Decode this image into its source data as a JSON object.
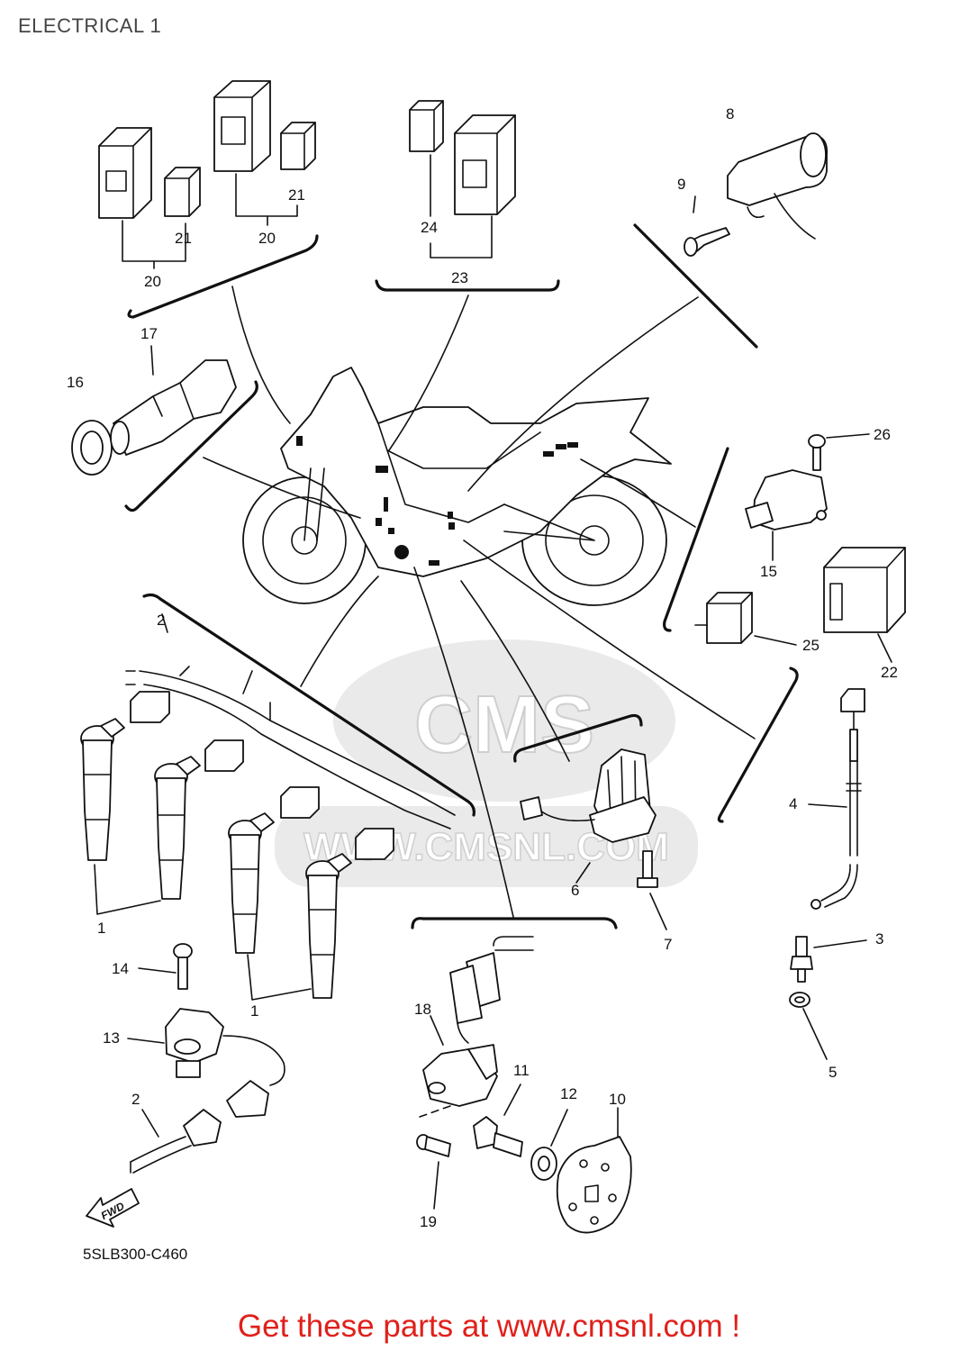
{
  "diagram": {
    "title": "ELECTRICAL 1",
    "drawing_code": "5SLB300-C460",
    "direction_mark": "FWD",
    "footer_text": "Get these parts at www.cmsnl.com !",
    "watermark_text": "WWW.CMSNL.COM",
    "watermark_logo": "CMS",
    "callouts": [
      {
        "id": "c1a",
        "label": "1"
      },
      {
        "id": "c1b",
        "label": "1"
      },
      {
        "id": "c2a",
        "label": "2"
      },
      {
        "id": "c2b",
        "label": "2"
      },
      {
        "id": "c3",
        "label": "3"
      },
      {
        "id": "c4",
        "label": "4"
      },
      {
        "id": "c5",
        "label": "5"
      },
      {
        "id": "c6",
        "label": "6"
      },
      {
        "id": "c7",
        "label": "7"
      },
      {
        "id": "c8",
        "label": "8"
      },
      {
        "id": "c9",
        "label": "9"
      },
      {
        "id": "c10",
        "label": "10"
      },
      {
        "id": "c11",
        "label": "11"
      },
      {
        "id": "c12",
        "label": "12"
      },
      {
        "id": "c13",
        "label": "13"
      },
      {
        "id": "c14",
        "label": "14"
      },
      {
        "id": "c15",
        "label": "15"
      },
      {
        "id": "c16",
        "label": "16"
      },
      {
        "id": "c17",
        "label": "17"
      },
      {
        "id": "c18",
        "label": "18"
      },
      {
        "id": "c19",
        "label": "19"
      },
      {
        "id": "c20a",
        "label": "20"
      },
      {
        "id": "c20b",
        "label": "20"
      },
      {
        "id": "c21a",
        "label": "21"
      },
      {
        "id": "c21b",
        "label": "21"
      },
      {
        "id": "c22",
        "label": "22"
      },
      {
        "id": "c23",
        "label": "23"
      },
      {
        "id": "c24",
        "label": "24"
      },
      {
        "id": "c25",
        "label": "25"
      },
      {
        "id": "c26",
        "label": "26"
      }
    ]
  }
}
